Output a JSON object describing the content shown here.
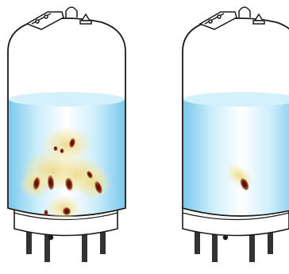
{
  "diagram": {
    "tanks": [
      {
        "id": "tank-left",
        "contamination": "multiple-colonies",
        "colony_count": 10
      },
      {
        "id": "tank-right",
        "contamination": "single-colony",
        "colony_count": 1
      }
    ],
    "colors": {
      "outline": "#1a1a1a",
      "liquid_edge": "#8fd0ee",
      "liquid_center": "#ffffff",
      "liquid_surface": "#bfe6f8",
      "colony_core": "#6b1a12",
      "colony_halo": "#f2e08a",
      "legs": "#333333",
      "base_ring": "#ffffff"
    }
  }
}
